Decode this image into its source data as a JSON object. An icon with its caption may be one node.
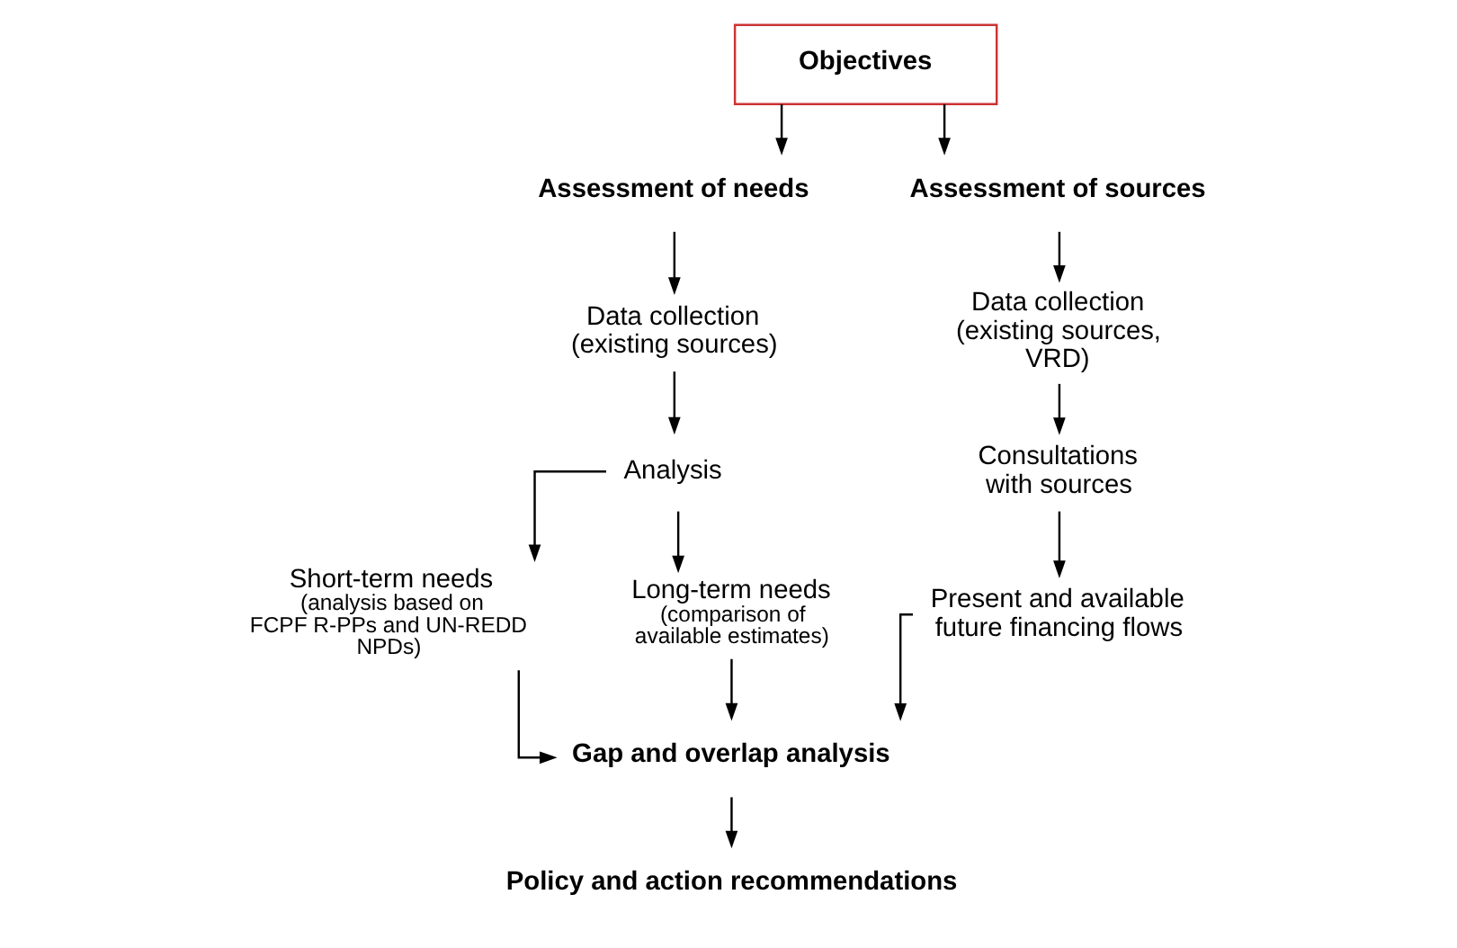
{
  "diagram": {
    "nodes": [
      {
        "text": [
          "Objectives"
        ]
      },
      {
        "text": [
          "Assessment of needs"
        ]
      },
      {
        "text": [
          "Data collection (existing sources)"
        ]
      },
      {
        "text": [
          "Analysis"
        ]
      },
      {
        "text": [
          "Short-term needs",
          "(analysis based on FCPF R-PPs and UN-REDD NPDs)"
        ]
      },
      {
        "text": [
          "Long-term needs",
          "(comparison of available estimates)"
        ]
      },
      {
        "text": [
          "Assessment of sources"
        ]
      },
      {
        "text": [
          "Data collection (existing sources, VRD)"
        ]
      },
      {
        "text": [
          "Consultations with sources"
        ]
      },
      {
        "text": [
          "Present and available future financing flows"
        ]
      },
      {
        "text": [
          "Gap and overlap analysis"
        ]
      },
      {
        "text": [
          "Policy and action recommendations"
        ]
      }
    ],
    "edges": [
      {
        "from": 0,
        "to": 1,
        "arrow": "to"
      },
      {
        "from": 0,
        "to": 6,
        "arrow": "to"
      },
      {
        "from": 1,
        "to": 2,
        "arrow": "to"
      },
      {
        "from": 2,
        "to": 3,
        "arrow": "to"
      },
      {
        "from": 3,
        "to": 4,
        "arrow": "to"
      },
      {
        "from": 3,
        "to": 5,
        "arrow": "to"
      },
      {
        "from": 6,
        "to": 7,
        "arrow": "to"
      },
      {
        "from": 7,
        "to": 8,
        "arrow": "to"
      },
      {
        "from": 8,
        "to": 9,
        "arrow": "to"
      },
      {
        "from": 4,
        "to": 10,
        "arrow": "to"
      },
      {
        "from": 5,
        "to": 10,
        "arrow": "to"
      },
      {
        "from": 9,
        "to": 10,
        "arrow": "to"
      },
      {
        "from": 10,
        "to": 11,
        "arrow": "to"
      }
    ]
  }
}
